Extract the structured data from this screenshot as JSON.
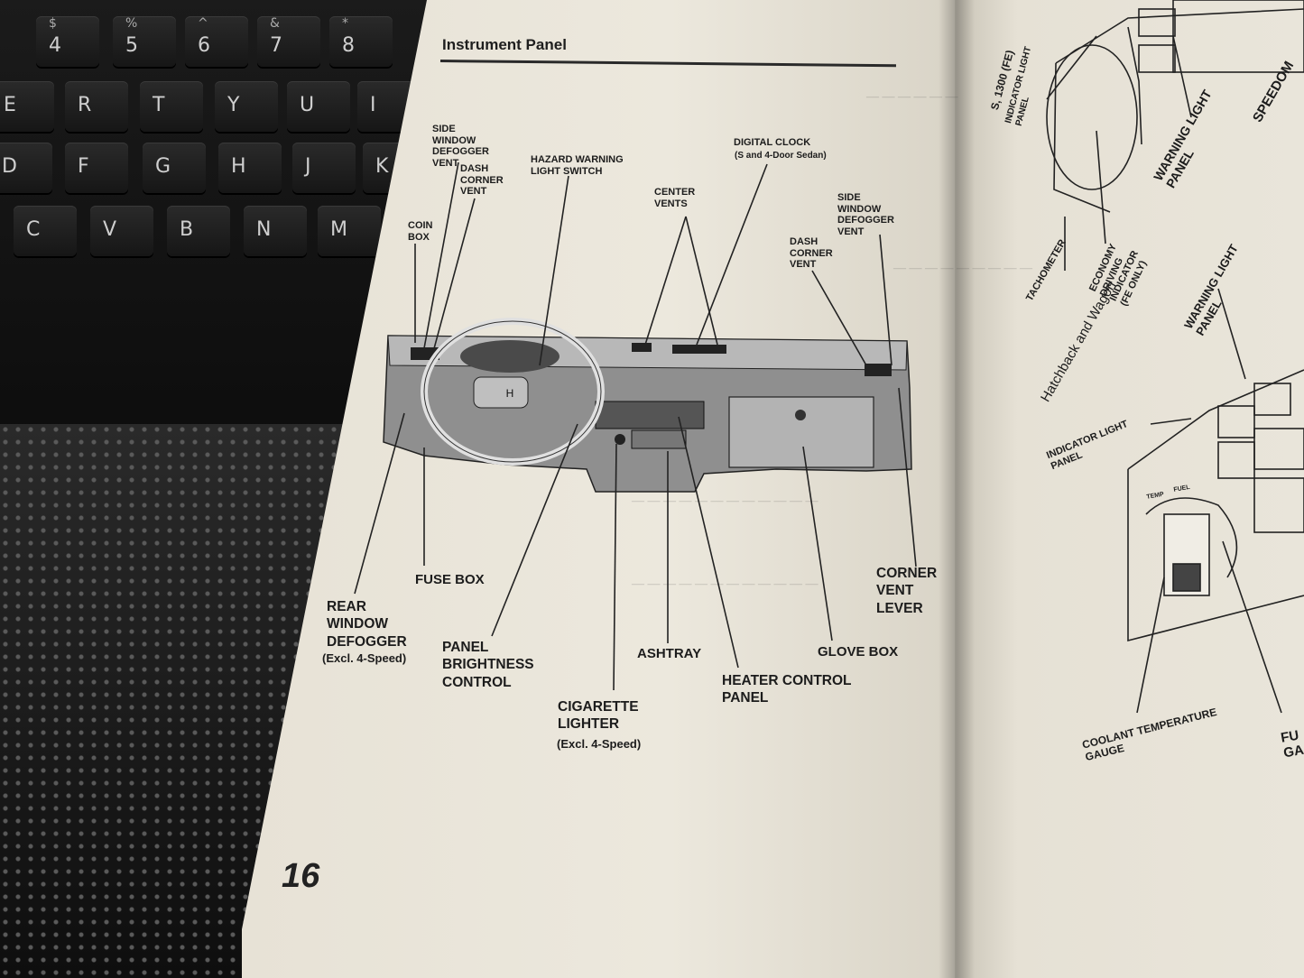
{
  "keyboard": {
    "row_numbers": [
      {
        "shift": "$",
        "main": "4"
      },
      {
        "shift": "%",
        "main": "5"
      },
      {
        "shift": "^",
        "main": "6"
      },
      {
        "shift": "&",
        "main": "7"
      },
      {
        "shift": "*",
        "main": "8"
      }
    ],
    "row_top": [
      "E",
      "R",
      "T",
      "Y",
      "U",
      "I"
    ],
    "row_home": [
      "D",
      "F",
      "G",
      "H",
      "J",
      "K"
    ],
    "row_bottom": [
      "C",
      "V",
      "B",
      "N",
      "M"
    ]
  },
  "left_page": {
    "title": "Instrument Panel",
    "page_number": "16",
    "labels": {
      "side_window_defogger_vent_left": "SIDE\nWINDOW\nDEFOGGER\nVENT",
      "dash_corner_vent_left": "DASH\nCORNER\nVENT",
      "coin_box": "COIN\nBOX",
      "hazard_warning": "HAZARD WARNING\nLIGHT SWITCH",
      "center_vents": "CENTER\nVENTS",
      "digital_clock": "DIGITAL CLOCK",
      "digital_clock_sub": "(S and 4-Door Sedan)",
      "side_window_defogger_vent_right": "SIDE\nWINDOW\nDEFOGGER\nVENT",
      "dash_corner_vent_right": "DASH\nCORNER\nVENT",
      "fuse_box": "FUSE BOX",
      "rear_window_defogger": "REAR\nWINDOW\nDEFOGGER",
      "rear_window_defogger_sub": "(Excl. 4-Speed)",
      "panel_brightness": "PANEL\nBRIGHTNESS\nCONTROL",
      "ashtray": "ASHTRAY",
      "cigarette_lighter": "CIGARETTE\nLIGHTER",
      "cigarette_lighter_sub": "(Excl. 4-Speed)",
      "heater_control": "HEATER CONTROL\nPANEL",
      "glove_box": "GLOVE BOX",
      "corner_vent_lever": "CORNER\nVENT\nLEVER"
    }
  },
  "right_page": {
    "labels": {
      "s1300": "S, 1300 (FE)",
      "indicator_light_panel_top": "INDICATOR LIGHT\nPANEL",
      "warning_light_panel_top": "WARNING LIGHT\nPANEL",
      "speedometer": "SPEEDOM",
      "tachometer": "TACHOMETER",
      "economy": "ECONOMY\nDRIVING\nINDICATOR\n(FE ONLY)",
      "hatchback": "Hatchback and Wagon",
      "warning_light_panel_mid": "WARNING LIGHT\nPANEL",
      "indicator_light_panel_mid": "INDICATOR LIGHT\nPANEL",
      "coolant": "COOLANT TEMPERATURE\nGAUGE",
      "fuel": "FU\nGA",
      "temp": "TEMP",
      "fuel_small": "FUEL"
    }
  }
}
